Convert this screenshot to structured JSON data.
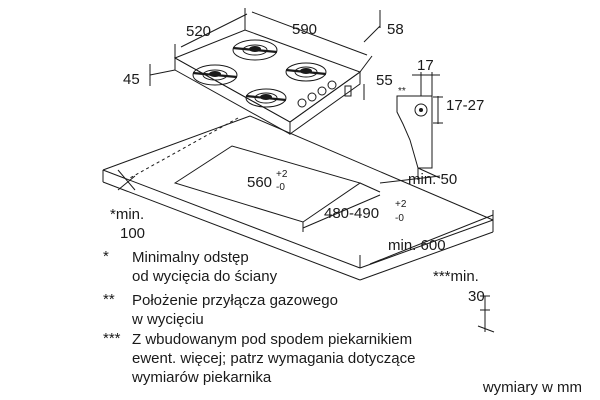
{
  "dimensions": {
    "hob_width": "520",
    "hob_depth": "590",
    "edge_58": "58",
    "height_45": "45",
    "height_55": "55",
    "gas_17": "17",
    "gas_17_27": "17-27",
    "gas_marker": "**",
    "cutout_width": "560",
    "cutout_width_tol_plus": "+2",
    "cutout_width_tol_minus": "-0",
    "cutout_depth": "480-490",
    "cutout_depth_tol_plus": "+2",
    "cutout_depth_tol_minus": "-0",
    "min_50": "min. 50",
    "min_600": "min. 600",
    "min_100_line1": "*min.",
    "min_100_line2": "100",
    "min_30_line1": "***min.",
    "min_30_line2": "30"
  },
  "notes": [
    {
      "mark": "*",
      "lines": [
        "Minimalny odstęp",
        "od wycięcia do ściany"
      ]
    },
    {
      "mark": "**",
      "lines": [
        "Położenie przyłącza gazowego",
        "w wycięciu"
      ]
    },
    {
      "mark": "***",
      "lines": [
        "Z wbudowanym pod spodem piekarnikiem",
        "ewent. więcej; patrz wymagania dotyczące",
        "wymiarów piekarnika"
      ]
    }
  ],
  "footer": "wymiary w mm"
}
